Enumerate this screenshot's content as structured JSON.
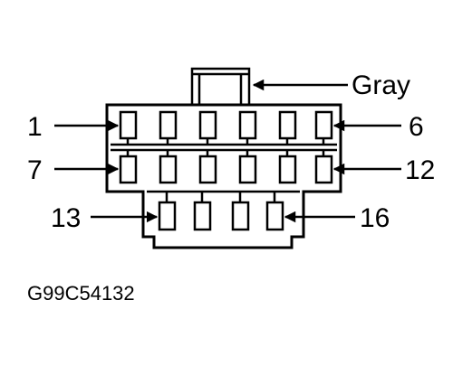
{
  "labels": {
    "connector_color": "Gray",
    "pin_1": "1",
    "pin_6": "6",
    "pin_7": "7",
    "pin_12": "12",
    "pin_13": "13",
    "pin_16": "16"
  },
  "figure_code": "G99C54132",
  "colors": {
    "ink": "#000000",
    "background": "#ffffff"
  }
}
